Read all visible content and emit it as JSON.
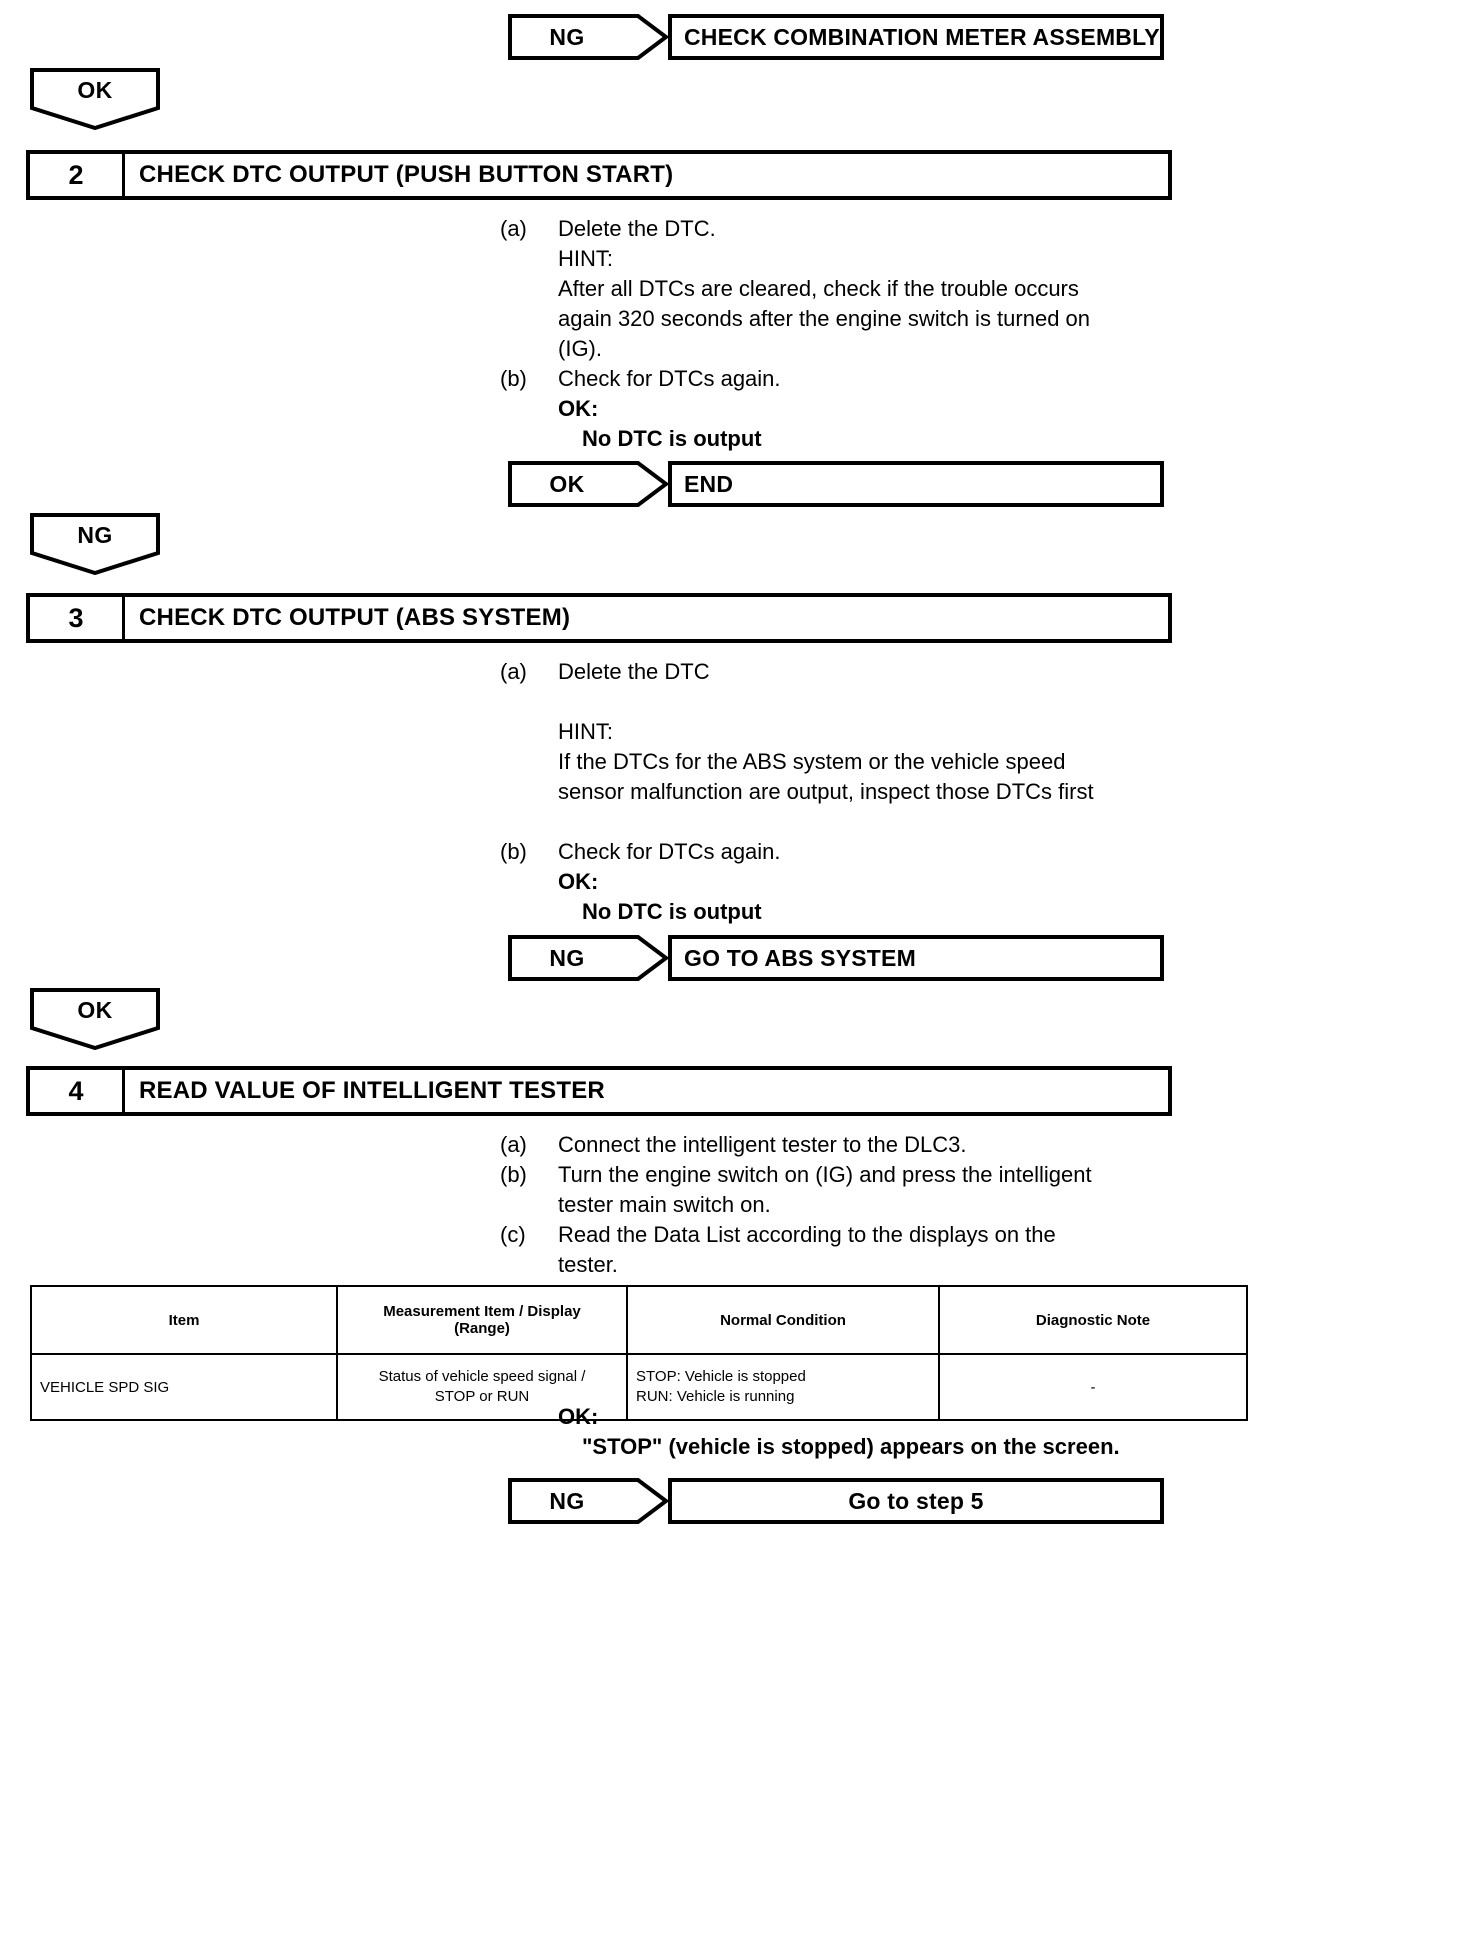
{
  "top_branch": {
    "result": "NG",
    "target": "CHECK COMBINATION METER ASSEMBLY"
  },
  "connector_after_top": {
    "label": "OK"
  },
  "steps": [
    {
      "number": "2",
      "title": "CHECK DTC OUTPUT (PUSH BUTTON START)",
      "items": [
        {
          "marker": "(a)",
          "lines": "Delete the DTC.\nHINT:\nAfter all DTCs are cleared, check if the trouble occurs\nagain 320 seconds after the engine switch is turned on\n(IG)."
        },
        {
          "marker": "(b)",
          "lines": "Check for DTCs again.",
          "ok_label": "OK:",
          "ok_value": "No DTC is output"
        }
      ],
      "branch": {
        "result": "OK",
        "target": "END",
        "centered": false
      }
    },
    {
      "number": "3",
      "title": "CHECK DTC OUTPUT (ABS SYSTEM)",
      "items": [
        {
          "marker": "(a)",
          "lines": "Delete the DTC"
        },
        {
          "marker": "",
          "lines": "HINT:\nIf the DTCs for the ABS system or the vehicle speed\nsensor malfunction are output, inspect those DTCs first"
        },
        {
          "marker": "(b)",
          "lines": "Check for DTCs again.",
          "ok_label": "OK:",
          "ok_value": "No DTC is output"
        }
      ],
      "branch": {
        "result": "NG",
        "target": "GO TO ABS SYSTEM",
        "centered": false
      }
    },
    {
      "number": "4",
      "title": "READ VALUE OF INTELLIGENT TESTER",
      "items": [
        {
          "marker": "(a)",
          "lines": "Connect the intelligent tester to the DLC3."
        },
        {
          "marker": "(b)",
          "lines": "Turn the engine switch on (IG) and press the intelligent\ntester main switch on."
        },
        {
          "marker": "(c)",
          "lines": "Read the Data List according to the displays on the\ntester."
        }
      ],
      "branch": {
        "result": "NG",
        "target": "Go to step 5",
        "centered": true
      }
    }
  ],
  "connector_after_step2": {
    "label": "NG"
  },
  "connector_after_step3": {
    "label": "OK"
  },
  "data_table": {
    "headers": [
      "Item",
      "Measurement Item / Display\n(Range)",
      "Normal Condition",
      "Diagnostic Note"
    ],
    "rows": [
      {
        "item": "VEHICLE SPD SIG",
        "measurement": "Status of vehicle speed signal /\nSTOP or RUN",
        "normal_condition": "STOP: Vehicle is stopped\nRUN: Vehicle is running",
        "diagnostic_note": "-"
      }
    ]
  },
  "final_ok": {
    "label": "OK:",
    "value": "\"STOP\" (vehicle is stopped) appears on the screen."
  },
  "colors": {
    "ink": "#000000",
    "paper": "#ffffff"
  }
}
